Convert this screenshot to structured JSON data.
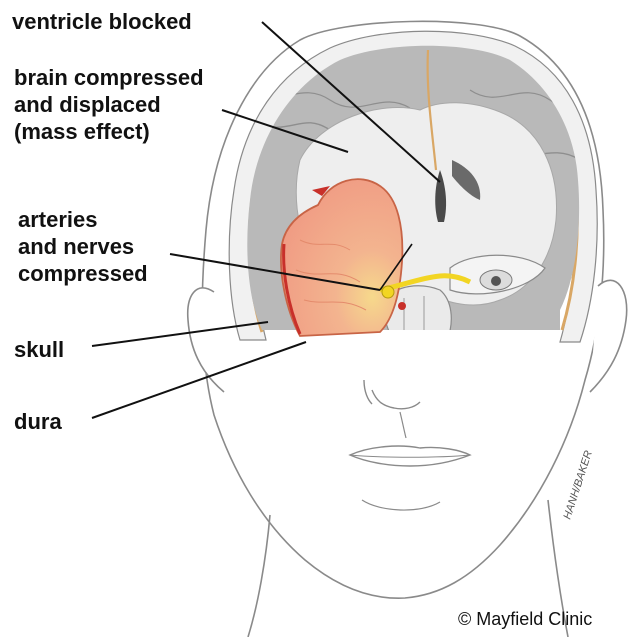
{
  "labels": {
    "ventricle": "ventricle blocked",
    "brain": [
      "brain compressed",
      "and displaced",
      "(mass effect)"
    ],
    "arteries": [
      "arteries",
      "and nerves",
      "compressed"
    ],
    "skull": "skull",
    "dura": "dura"
  },
  "copyright": "© Mayfield Clinic",
  "signature": "HANH/BAKER",
  "colors": {
    "line": "#8a8a8a",
    "leader": "#111111",
    "skull_bone": "#d9a765",
    "hematoma": "#f1a487",
    "hematoma_edge": "#c86446",
    "blood": "#c8302a",
    "nerve": "#f2d523",
    "brain_gray": "#b9b9b9",
    "brain_white": "#eeeeee",
    "skin": "#ffffff"
  }
}
